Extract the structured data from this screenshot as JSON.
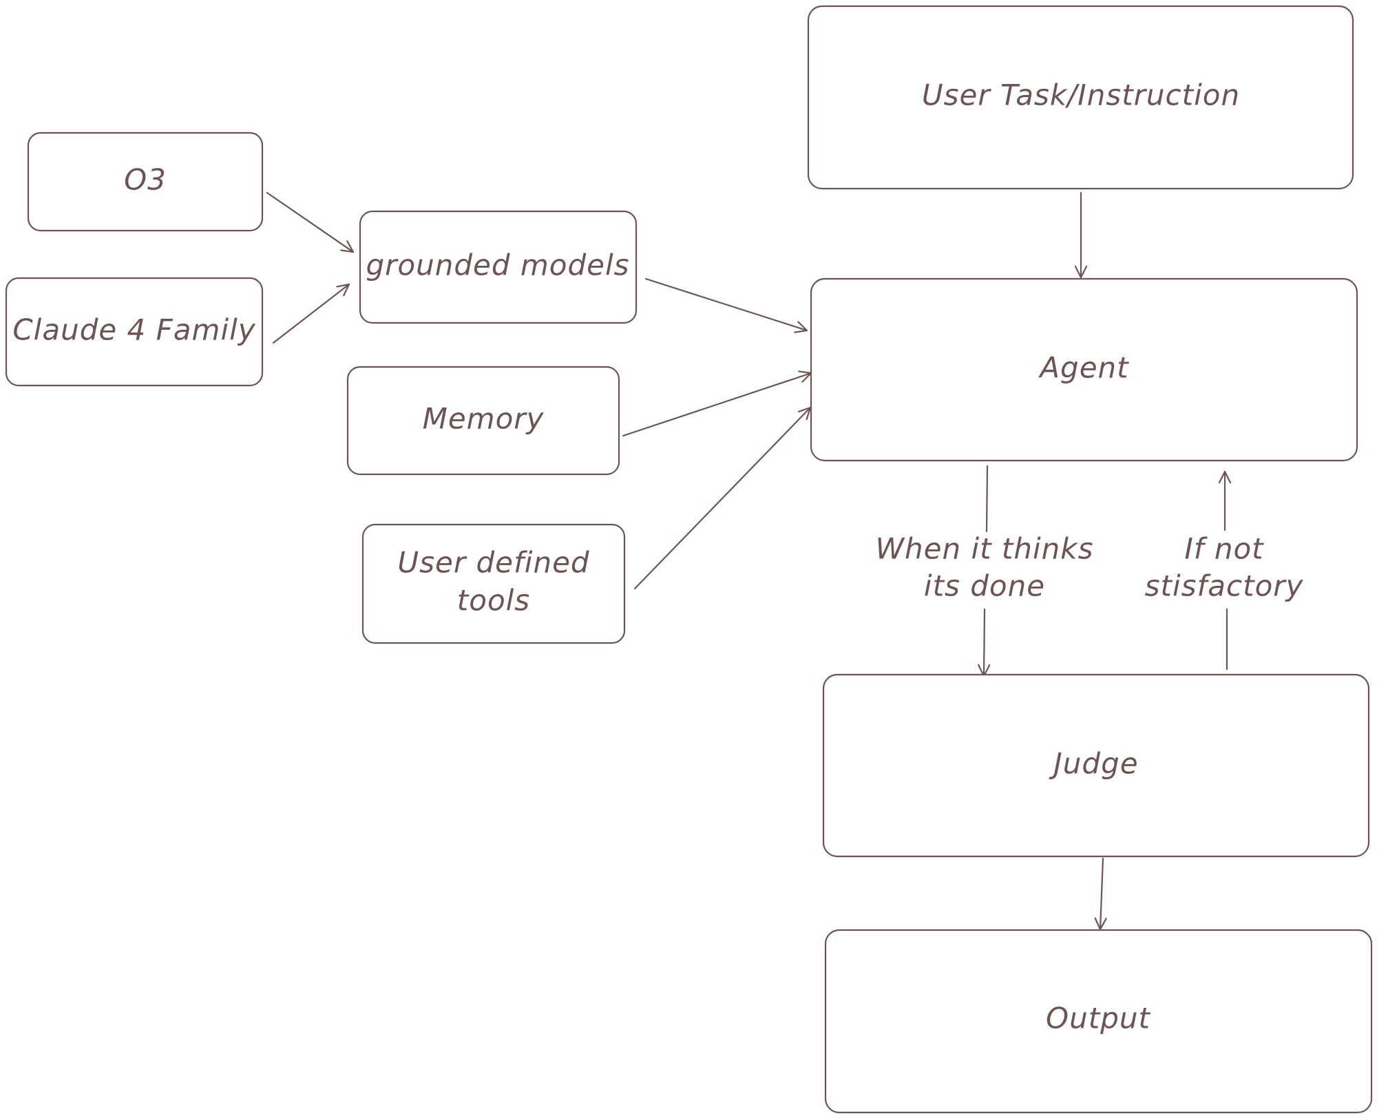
{
  "diagram": {
    "colors": {
      "stroke": "#6d5351",
      "text": "#6d5351",
      "background": "#ffffff"
    },
    "nodes": {
      "o3": {
        "label": "O3"
      },
      "claude": {
        "label": "Claude 4 Family"
      },
      "grounded": {
        "label": "grounded models"
      },
      "memory": {
        "label": "Memory"
      },
      "tools": {
        "label_line1": "User defined",
        "label_line2": "tools"
      },
      "task": {
        "label": "User Task/Instruction"
      },
      "agent": {
        "label": "Agent"
      },
      "judge": {
        "label": "Judge"
      },
      "output": {
        "label": "Output"
      }
    },
    "edges": {
      "done": {
        "label_line1": "When it thinks",
        "label_line2": "its done"
      },
      "retry": {
        "label_line1": "If not",
        "label_line2": "stisfactory"
      }
    }
  }
}
